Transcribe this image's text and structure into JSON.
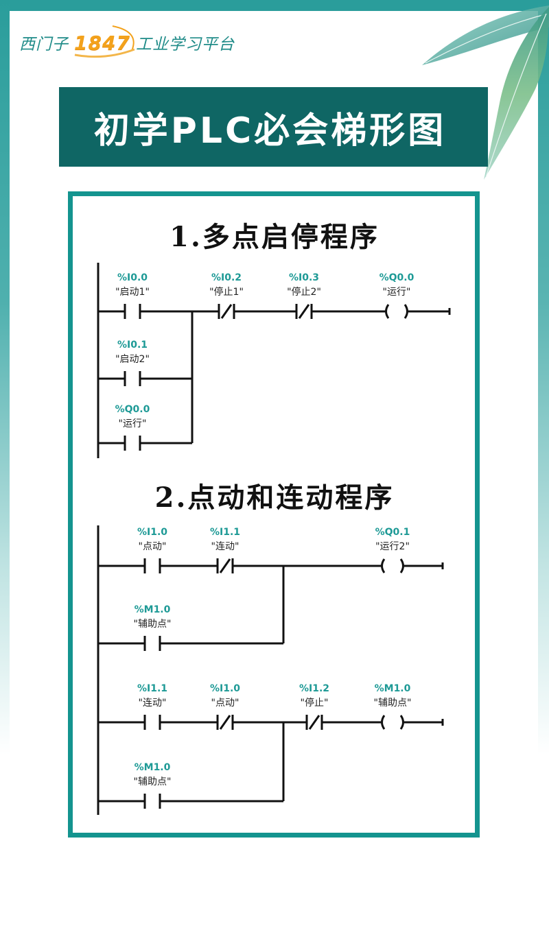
{
  "brand": {
    "prefix": "西门子",
    "number": "1847",
    "suffix": "工业学习平台",
    "colors": {
      "text": "#1f8b88",
      "number": "#f3a21c"
    }
  },
  "title": "初学PLC必会梯形图",
  "colors": {
    "frame": "#2a9d9b",
    "banner": "#0f6664",
    "panel_border": "#14948f",
    "address": "#1e9a96"
  },
  "sections": [
    {
      "title": "1.多点启停程序",
      "networks": [
        {
          "elements": [
            {
              "type": "contact-no",
              "address": "%I0.0",
              "tag": "\"启动1\""
            },
            {
              "type": "contact-nc",
              "address": "%I0.2",
              "tag": "\"停止1\""
            },
            {
              "type": "contact-nc",
              "address": "%I0.3",
              "tag": "\"停止2\""
            },
            {
              "type": "coil",
              "address": "%Q0.0",
              "tag": "\"运行\""
            }
          ],
          "parallel": [
            {
              "type": "contact-no",
              "address": "%I0.1",
              "tag": "\"启动2\""
            },
            {
              "type": "contact-no",
              "address": "%Q0.0",
              "tag": "\"运行\""
            }
          ]
        }
      ]
    },
    {
      "title": "2.点动和连动程序",
      "networks": [
        {
          "elements": [
            {
              "type": "contact-no",
              "address": "%I1.0",
              "tag": "\"点动\""
            },
            {
              "type": "contact-nc",
              "address": "%I1.1",
              "tag": "\"连动\""
            },
            {
              "type": "coil",
              "address": "%Q0.1",
              "tag": "\"运行2\""
            }
          ],
          "parallel": [
            {
              "type": "contact-no",
              "address": "%M1.0",
              "tag": "\"辅助点\""
            }
          ]
        },
        {
          "elements": [
            {
              "type": "contact-no",
              "address": "%I1.1",
              "tag": "\"连动\""
            },
            {
              "type": "contact-nc",
              "address": "%I1.0",
              "tag": "\"点动\""
            },
            {
              "type": "contact-nc",
              "address": "%I1.2",
              "tag": "\"停止\""
            },
            {
              "type": "coil",
              "address": "%M1.0",
              "tag": "\"辅助点\""
            }
          ],
          "parallel": [
            {
              "type": "contact-no",
              "address": "%M1.0",
              "tag": "\"辅助点\""
            }
          ]
        }
      ]
    }
  ]
}
